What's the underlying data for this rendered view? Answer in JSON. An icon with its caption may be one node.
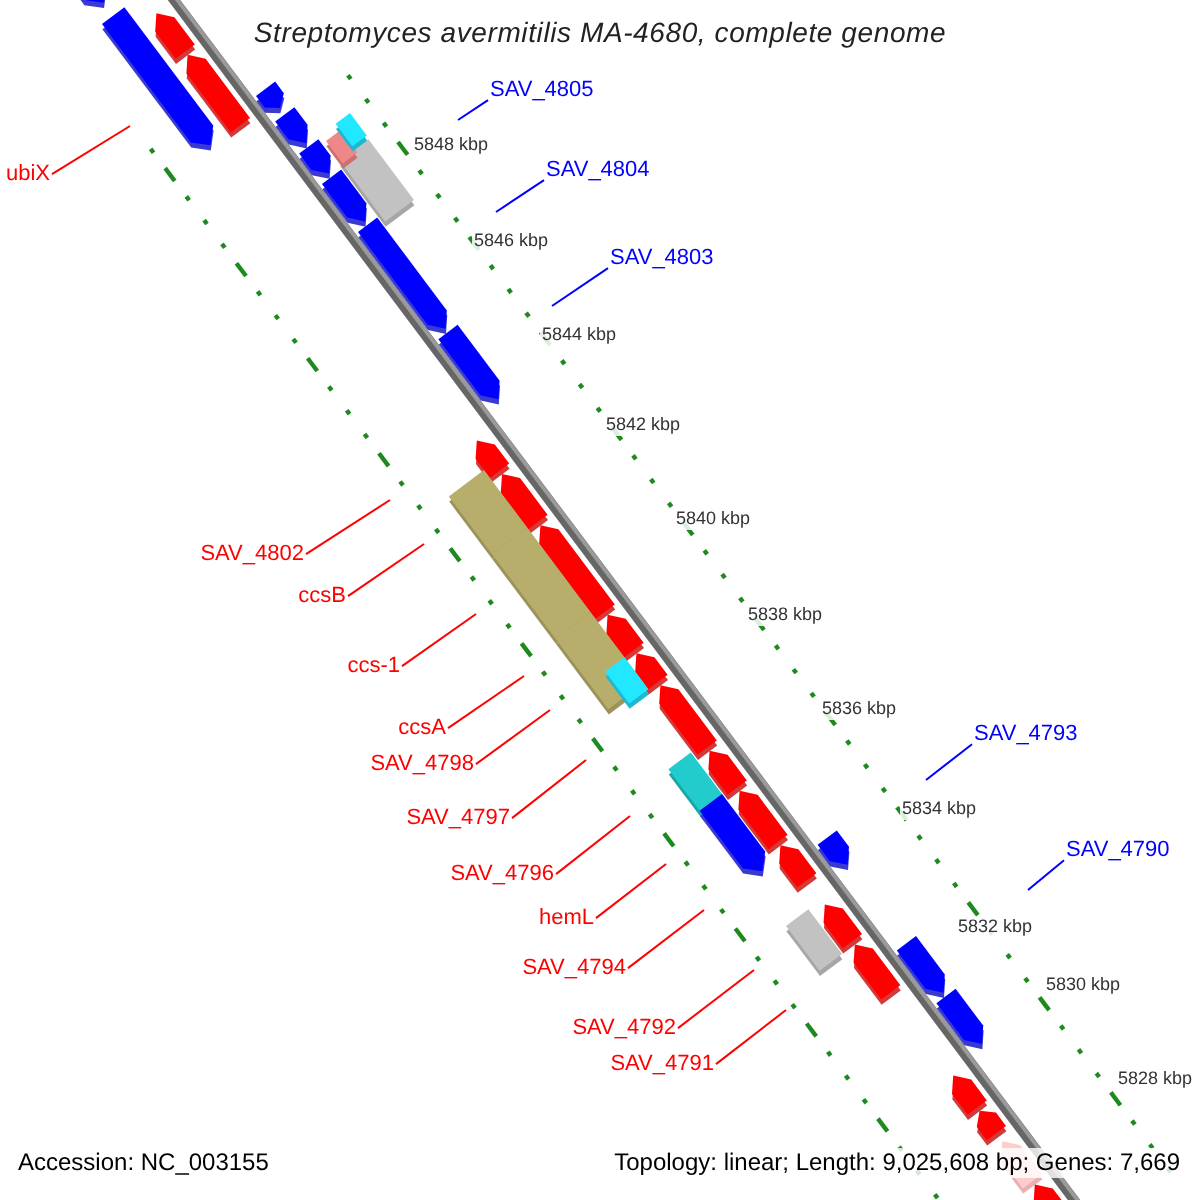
{
  "diagram": {
    "title": "Streptomyces avermitilis MA-4680, complete genome",
    "nodes": [
      {
        "text": [
          "SAV_4805"
        ]
      },
      {
        "text": [
          "SAV_4804"
        ]
      },
      {
        "text": [
          "ubiX"
        ]
      },
      {
        "text": [
          "SAV_4803"
        ]
      },
      {
        "text": [
          "SAV_4802"
        ]
      },
      {
        "text": [
          "ccsB"
        ]
      },
      {
        "text": [
          "ccs-1"
        ]
      },
      {
        "text": [
          "ccsA"
        ]
      },
      {
        "text": [
          "SAV_4793"
        ]
      },
      {
        "text": [
          "SAV_4798"
        ]
      },
      {
        "text": [
          "SAV_4797"
        ]
      },
      {
        "text": [
          "SAV_4790"
        ]
      },
      {
        "text": [
          "SAV_4796"
        ]
      },
      {
        "text": [
          "hemL"
        ]
      },
      {
        "text": [
          "SAV_4794"
        ]
      },
      {
        "text": [
          "SAV_4792"
        ]
      },
      {
        "text": [
          "SAV_4791"
        ]
      }
    ],
    "edges": [
      {
        "from": 0,
        "to": null,
        "arrow": "none",
        "color": "#0000ff"
      },
      {
        "from": 1,
        "to": null,
        "arrow": "none",
        "color": "#0000ff"
      },
      {
        "from": 2,
        "to": null,
        "arrow": "none"
      },
      {
        "from": 3,
        "to": null,
        "arrow": "none",
        "color": "#0000ff"
      },
      {
        "from": 4,
        "to": null,
        "arrow": "none"
      },
      {
        "from": 5,
        "to": null,
        "arrow": "none"
      },
      {
        "from": 6,
        "to": null,
        "arrow": "none"
      },
      {
        "from": 7,
        "to": null,
        "arrow": "none"
      },
      {
        "from": 8,
        "to": null,
        "arrow": "none",
        "color": "#0000ff"
      },
      {
        "from": 9,
        "to": null,
        "arrow": "none"
      },
      {
        "from": 10,
        "to": null,
        "arrow": "none"
      },
      {
        "from": 11,
        "to": null,
        "arrow": "none",
        "color": "#0000ff"
      },
      {
        "from": 12,
        "to": null,
        "arrow": "none"
      },
      {
        "from": 13,
        "to": null,
        "arrow": "none"
      },
      {
        "from": 14,
        "to": null,
        "arrow": "none"
      },
      {
        "from": 15,
        "to": null,
        "arrow": "none"
      },
      {
        "from": 16,
        "to": null,
        "arrow": "none"
      }
    ],
    "labels": [
      "5848 kbp",
      "5846 kbp",
      "5844 kbp",
      "5842 kbp",
      "5840 kbp",
      "5838 kbp",
      "5836 kbp",
      "5834 kbp",
      "5832 kbp",
      "5830 kbp",
      "5828 kbp",
      "Accession: NC_003155",
      "Topology: linear; Length: 9,025,608 bp; Genes: 7,669"
    ]
  }
}
